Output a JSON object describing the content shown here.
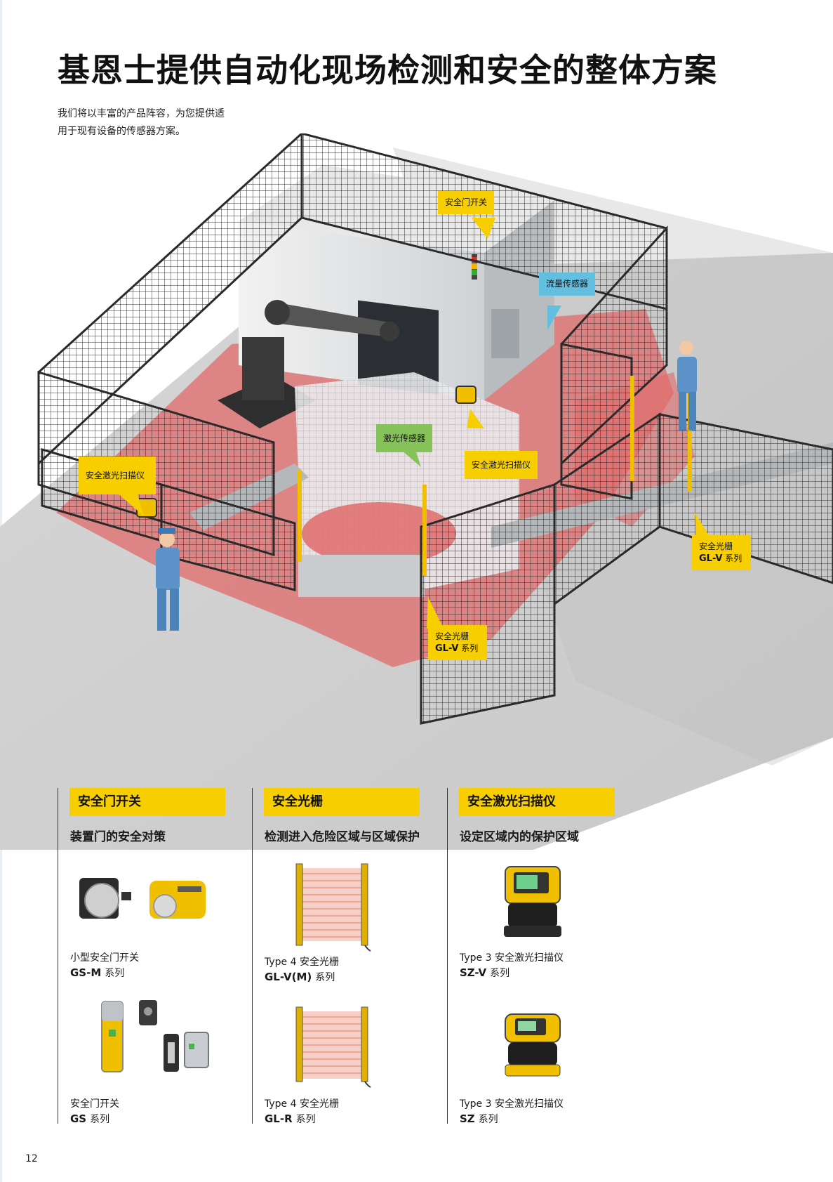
{
  "title": "基恩士提供自动化现场检测和安全的整体方案",
  "intro": "我们将以丰富的产品阵容，为您提供适用于现有设备的传感器方案。",
  "callouts": {
    "door_switch": "安全门开关",
    "flow_sensor": "流量传感器",
    "laser_sensor": "激光传感器",
    "laser_scanner_left": "安全激光扫描仪",
    "laser_scanner_center": "安全激光扫描仪",
    "light_curtain_right": {
      "label": "安全光栅",
      "model": "GL-V",
      "suffix": "系列"
    },
    "light_curtain_center": {
      "label": "安全光栅",
      "model": "GL-V",
      "suffix": "系列"
    }
  },
  "categories": [
    {
      "heading": "安全门开关",
      "description": "装置门的安全对策",
      "products": [
        {
          "name": "小型安全门开关",
          "model": "GS-M",
          "suffix": "系列",
          "image": "door-switch-compact-icon"
        },
        {
          "name": "安全门开关",
          "model": "GS",
          "suffix": "系列",
          "image": "door-switch-icon"
        }
      ]
    },
    {
      "heading": "安全光栅",
      "description": "检测进入危险区域与区域保护",
      "products": [
        {
          "name": "Type 4 安全光栅",
          "model": "GL-V(M)",
          "suffix": "系列",
          "image": "light-curtain-icon"
        },
        {
          "name": "Type 4 安全光栅",
          "model": "GL-R",
          "suffix": "系列",
          "image": "light-curtain-icon"
        }
      ]
    },
    {
      "heading": "安全激光扫描仪",
      "description": "设定区域内的保护区域",
      "products": [
        {
          "name": "Type 3 安全激光扫描仪",
          "model": "SZ-V",
          "suffix": "系列",
          "image": "laser-scanner-icon"
        },
        {
          "name": "Type 3 安全激光扫描仪",
          "model": "SZ",
          "suffix": "系列",
          "image": "laser-scanner-icon"
        }
      ]
    }
  ],
  "page_number": "12",
  "colors": {
    "accent_yellow": "#f7cf00",
    "callout_green": "#86c25a",
    "callout_blue": "#63bfe0",
    "danger_zone": "#e06b6b",
    "floor": "#cfcfcf",
    "fence": "#2a2a2a"
  }
}
